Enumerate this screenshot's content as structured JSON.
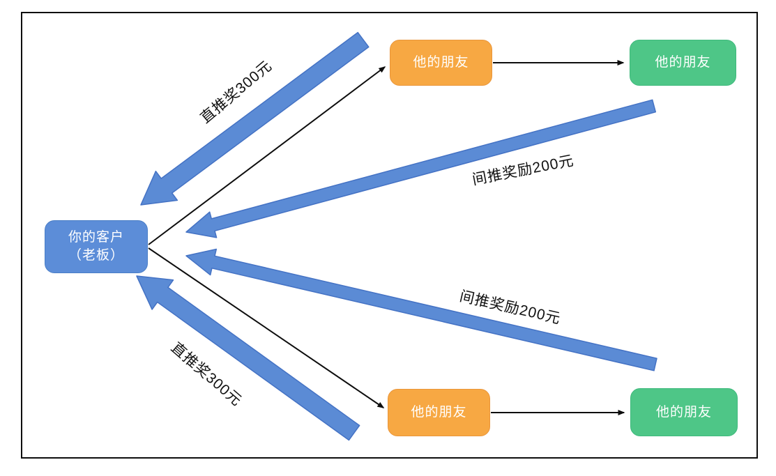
{
  "diagram": {
    "title": "referral-reward-flow",
    "nodes": {
      "customer": {
        "line1": "你的客户",
        "line2": "（老板）",
        "color": "#5C8DD8"
      },
      "friend_top_1": {
        "label": "他的朋友",
        "color": "#F7A843"
      },
      "friend_top_2": {
        "label": "他的朋友",
        "color": "#4EC687"
      },
      "friend_bottom_1": {
        "label": "他的朋友",
        "color": "#F7A843"
      },
      "friend_bottom_2": {
        "label": "他的朋友",
        "color": "#4EC687"
      }
    },
    "reward_labels": {
      "direct_top": "直推奖300元",
      "indirect_top": "间推奖励200元",
      "indirect_bottom": "间推奖励200元",
      "direct_bottom": "直推奖300元"
    },
    "colors": {
      "reward_arrow_fill": "#5B8BD5",
      "reward_arrow_stroke": "#4472C4",
      "connector_line": "#0d0d0d",
      "frame_border": "#0d0d0d",
      "label_text": "#111111",
      "node_text": "#ffffff"
    }
  }
}
